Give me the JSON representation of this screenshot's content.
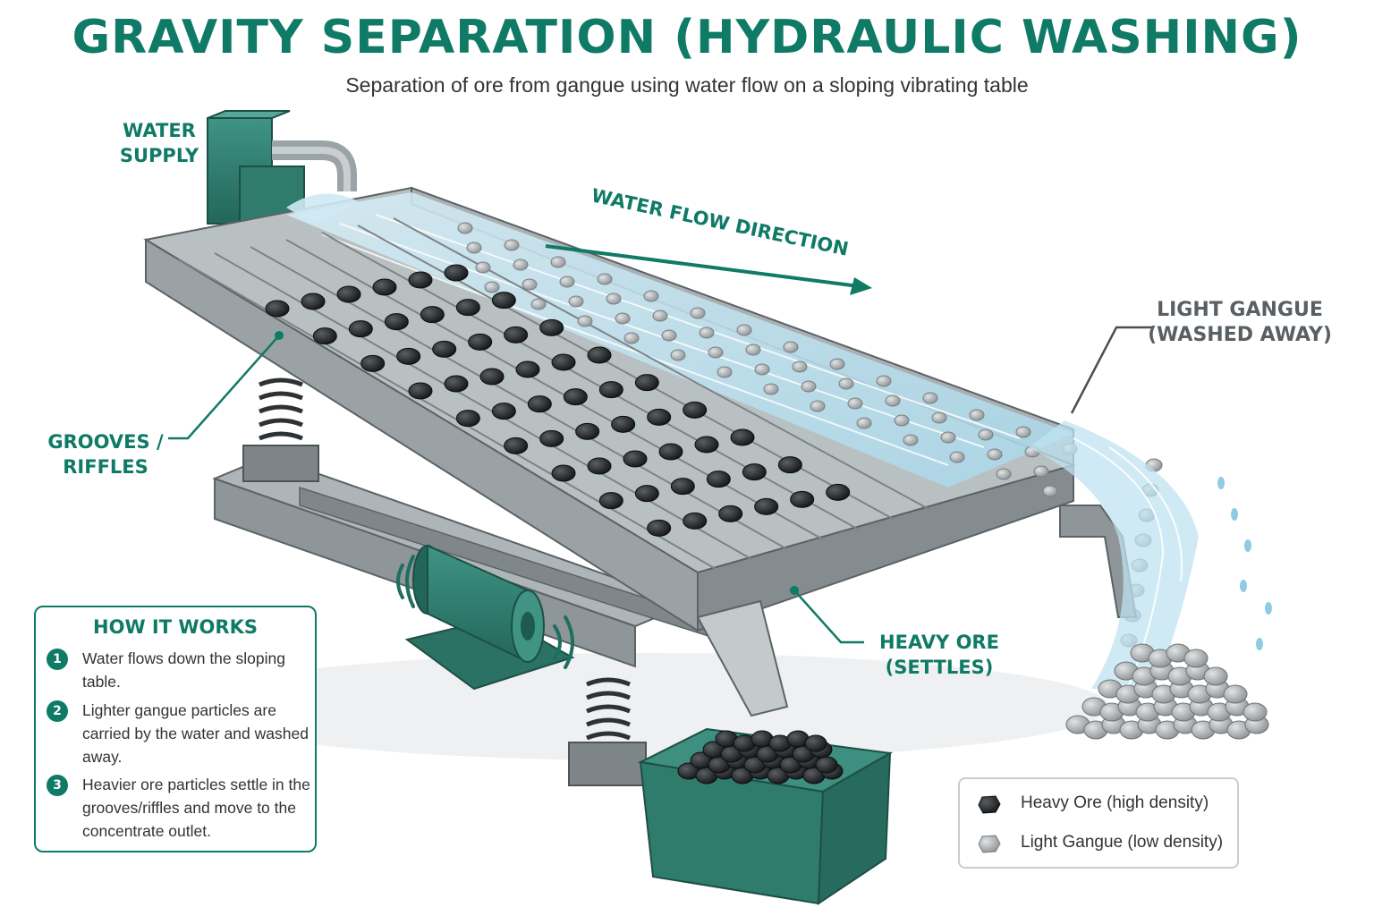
{
  "title": "GRAVITY SEPARATION (HYDRAULIC WASHING)",
  "subtitle": "Separation of ore from gangue using water flow on a sloping vibrating table",
  "labels": {
    "water_supply": [
      "WATER",
      "SUPPLY"
    ],
    "flow_direction": "WATER FLOW DIRECTION",
    "light_gangue": [
      "LIGHT GANGUE",
      "(WASHED AWAY)"
    ],
    "grooves": [
      "GROOVES /",
      "RIFFLES"
    ],
    "heavy_ore": [
      "HEAVY ORE",
      "(SETTLES)"
    ]
  },
  "how_it_works": {
    "title": "HOW IT WORKS",
    "steps": [
      {
        "num": "1",
        "text": "Water flows down the sloping table."
      },
      {
        "num": "2",
        "text": "Lighter gangue particles are carried by the water and washed away."
      },
      {
        "num": "3",
        "text": "Heavier ore particles settle in the grooves/riffles and move to the concentrate outlet."
      }
    ]
  },
  "legend": [
    {
      "label": "Heavy Ore (high density)",
      "kind": "ore"
    },
    {
      "label": "Light Gangue (low density)",
      "kind": "gangue"
    }
  ],
  "colors": {
    "accent": "#0f7a66",
    "ore": "#26292c",
    "gangue": "#a7abae",
    "water": "#bfe3f0",
    "steel": "#8b9396",
    "motor": "#2f8070"
  }
}
